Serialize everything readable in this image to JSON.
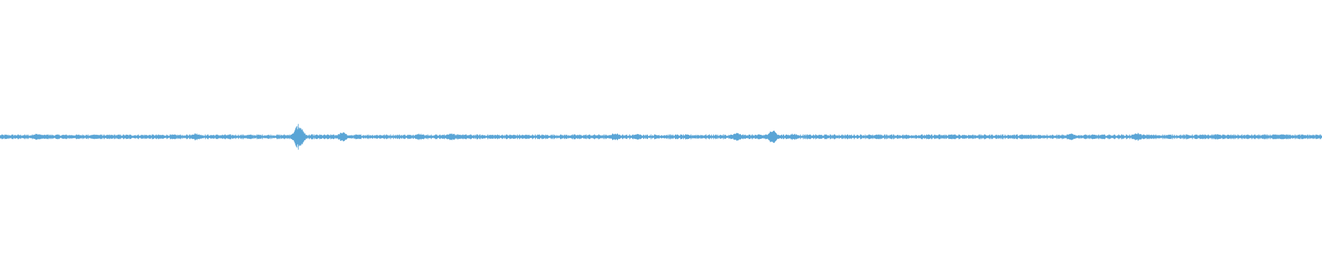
{
  "waveform": {
    "color": "#5aa5d6",
    "samples": 1920,
    "baseline_amplitude": 0.012,
    "bursts": [
      {
        "at": 0.028,
        "amp": 0.025
      },
      {
        "at": 0.072,
        "amp": 0.02
      },
      {
        "at": 0.148,
        "amp": 0.028
      },
      {
        "at": 0.226,
        "amp": 0.095
      },
      {
        "at": 0.259,
        "amp": 0.035
      },
      {
        "at": 0.317,
        "amp": 0.025
      },
      {
        "at": 0.341,
        "amp": 0.03
      },
      {
        "at": 0.465,
        "amp": 0.03
      },
      {
        "at": 0.482,
        "amp": 0.022
      },
      {
        "at": 0.557,
        "amp": 0.03
      },
      {
        "at": 0.584,
        "amp": 0.05
      },
      {
        "at": 0.6,
        "amp": 0.025
      },
      {
        "at": 0.664,
        "amp": 0.018
      },
      {
        "at": 0.72,
        "amp": 0.02
      },
      {
        "at": 0.81,
        "amp": 0.024
      },
      {
        "at": 0.86,
        "amp": 0.03
      },
      {
        "at": 0.92,
        "amp": 0.02
      },
      {
        "at": 0.97,
        "amp": 0.02
      }
    ]
  }
}
